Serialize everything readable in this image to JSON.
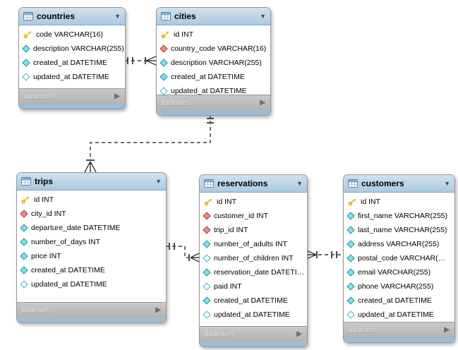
{
  "diagram": {
    "footer_label": "Indexes",
    "icons": {
      "collapse_arrow": "▼",
      "expand_arrow": "▶"
    },
    "colors": {
      "table-header-blue": "#abc9e0",
      "table-header-light": "#cfe2f0",
      "indexes-bar-gray": "#b4b4b4",
      "bottom-strip-blue": "#9dbdd5",
      "primary-key-yellow": "#ffe34f",
      "foreign-key-red": "#ec8a8a",
      "column-teal": "#84dfe8",
      "relationship-line": "#141414"
    },
    "tables": {
      "countries": {
        "name": "countries",
        "columns": [
          {
            "icon": "primary-key",
            "text": "code VARCHAR(16)"
          },
          {
            "icon": "column-not-null",
            "text": "description VARCHAR(255)"
          },
          {
            "icon": "column-not-null",
            "text": "created_at DATETIME"
          },
          {
            "icon": "column-nullable",
            "text": "updated_at DATETIME"
          }
        ]
      },
      "cities": {
        "name": "cities",
        "columns": [
          {
            "icon": "primary-key",
            "text": "id INT"
          },
          {
            "icon": "foreign-key",
            "text": "country_code VARCHAR(16)"
          },
          {
            "icon": "column-not-null",
            "text": "description VARCHAR(255)"
          },
          {
            "icon": "column-not-null",
            "text": "created_at DATETIME"
          },
          {
            "icon": "column-nullable",
            "text": "updated_at DATETIME"
          }
        ]
      },
      "trips": {
        "name": "trips",
        "columns": [
          {
            "icon": "primary-key",
            "text": "id INT"
          },
          {
            "icon": "foreign-key",
            "text": "city_id INT"
          },
          {
            "icon": "column-not-null",
            "text": "departure_date DATETIME"
          },
          {
            "icon": "column-not-null",
            "text": "number_of_days INT"
          },
          {
            "icon": "column-not-null",
            "text": "price INT"
          },
          {
            "icon": "column-not-null",
            "text": "created_at DATETIME"
          },
          {
            "icon": "column-nullable",
            "text": "updated_at DATETIME"
          }
        ]
      },
      "reservations": {
        "name": "reservations",
        "columns": [
          {
            "icon": "primary-key",
            "text": "id INT"
          },
          {
            "icon": "foreign-key",
            "text": "customer_id INT"
          },
          {
            "icon": "foreign-key",
            "text": "trip_id INT"
          },
          {
            "icon": "column-not-null",
            "text": "number_of_adults INT"
          },
          {
            "icon": "column-nullable",
            "text": "number_of_children INT"
          },
          {
            "icon": "column-not-null",
            "text": "reservation_date DATETI…"
          },
          {
            "icon": "column-nullable",
            "text": "paid INT"
          },
          {
            "icon": "column-not-null",
            "text": "created_at DATETIME"
          },
          {
            "icon": "column-nullable",
            "text": "updated_at DATETIME"
          }
        ]
      },
      "customers": {
        "name": "customers",
        "columns": [
          {
            "icon": "primary-key",
            "text": "id INT"
          },
          {
            "icon": "column-not-null",
            "text": "first_name VARCHAR(255)"
          },
          {
            "icon": "column-not-null",
            "text": "last_name VARCHAR(255)"
          },
          {
            "icon": "column-not-null",
            "text": "address VARCHAR(255)"
          },
          {
            "icon": "column-not-null",
            "text": "postal_code VARCHAR(…"
          },
          {
            "icon": "column-not-null",
            "text": "email VARCHAR(255)"
          },
          {
            "icon": "column-not-null",
            "text": "phone VARCHAR(255)"
          },
          {
            "icon": "column-not-null",
            "text": "created_at DATETIME"
          },
          {
            "icon": "column-nullable",
            "text": "updated_at DATETIME"
          }
        ]
      }
    },
    "relationships": [
      {
        "from": "countries",
        "to": "cities",
        "cardinality": "one-to-many",
        "style": "non-identifying"
      },
      {
        "from": "cities",
        "to": "trips",
        "cardinality": "one-to-many",
        "style": "non-identifying"
      },
      {
        "from": "trips",
        "to": "reservations",
        "cardinality": "one-to-many",
        "style": "non-identifying"
      },
      {
        "from": "customers",
        "to": "reservations",
        "cardinality": "one-to-many",
        "style": "non-identifying"
      }
    ]
  }
}
